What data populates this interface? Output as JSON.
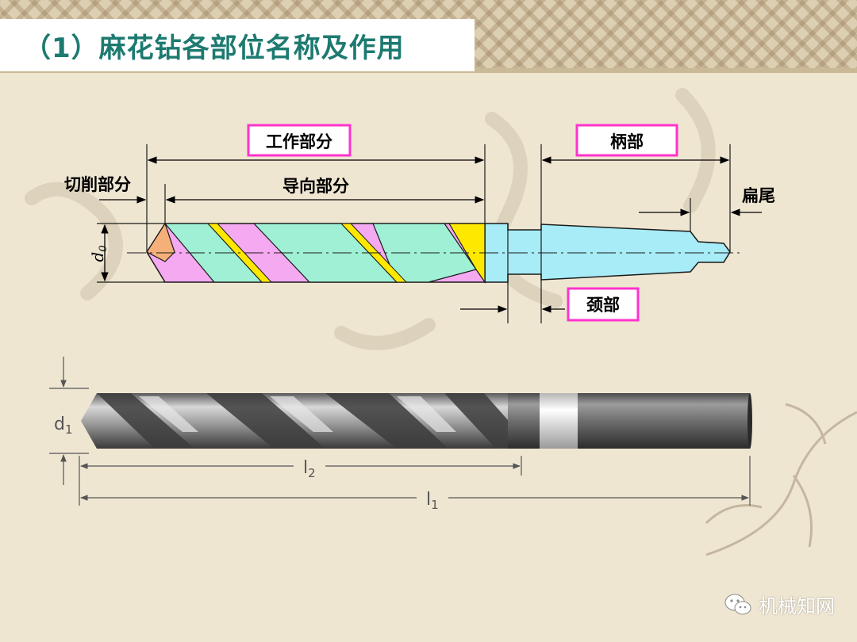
{
  "title": "（1）麻花钻各部位名称及作用",
  "colors": {
    "title_color": "#1d7a70",
    "box_border": "#ff33cc",
    "drill_pink": "#f4a9f0",
    "drill_green": "#9ff0d4",
    "drill_yellow": "#ffe800",
    "drill_orange": "#f5b07a",
    "shank_cyan": "#a7ecf7"
  },
  "labels": {
    "working_part": "工作部分",
    "cutting_part": "切削部分",
    "guiding_part": "导向部分",
    "shank": "柄部",
    "tang": "扁尾",
    "neck": "颈部",
    "d0": "d",
    "d0_sub": "0",
    "d1": "d",
    "d1_sub": "1",
    "l2": "l",
    "l2_sub": "2",
    "l1": "l",
    "l1_sub": "1"
  },
  "watermark": {
    "icon": "wechat-icon",
    "text": "机械知网"
  }
}
